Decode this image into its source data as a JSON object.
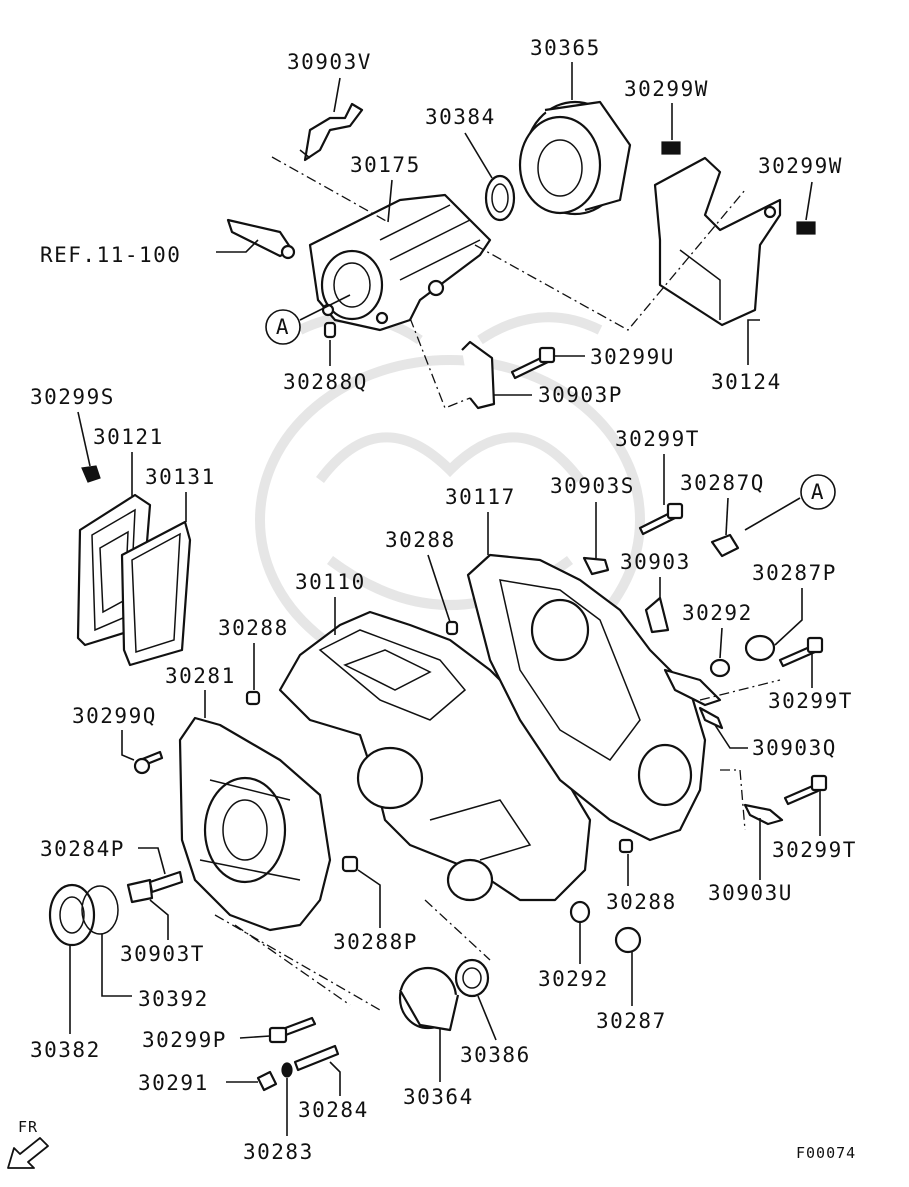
{
  "drawing_id": "F00074",
  "direction_label": "FR",
  "ref_label": "REF.11-100",
  "view_markers": [
    "A",
    "A"
  ],
  "parts": {
    "p30903V": "30903V",
    "p30365": "30365",
    "p30299W_1": "30299W",
    "p30299W_2": "30299W",
    "p30384": "30384",
    "p30175": "30175",
    "p30288Q": "30288Q",
    "p30299U": "30299U",
    "p30124": "30124",
    "p30903P": "30903P",
    "p30299S": "30299S",
    "p30121": "30121",
    "p30131": "30131",
    "p30117": "30117",
    "p30299T_1": "30299T",
    "p30903S": "30903S",
    "p30287Q": "30287Q",
    "p30288_1": "30288",
    "p30903": "30903",
    "p30110": "30110",
    "p30287P": "30287P",
    "p30292_1": "30292",
    "p30288_2": "30288",
    "p30299T_2": "30299T",
    "p30281": "30281",
    "p30299Q": "30299Q",
    "p30903Q": "30903Q",
    "p30299T_3": "30299T",
    "p30284P": "30284P",
    "p30903U": "30903U",
    "p30288_3": "30288",
    "p30903T": "30903T",
    "p30288P": "30288P",
    "p30292_2": "30292",
    "p30392": "30392",
    "p30287": "30287",
    "p30382": "30382",
    "p30299P": "30299P",
    "p30386": "30386",
    "p30291": "30291",
    "p30284": "30284",
    "p30364": "30364",
    "p30283": "30283"
  }
}
